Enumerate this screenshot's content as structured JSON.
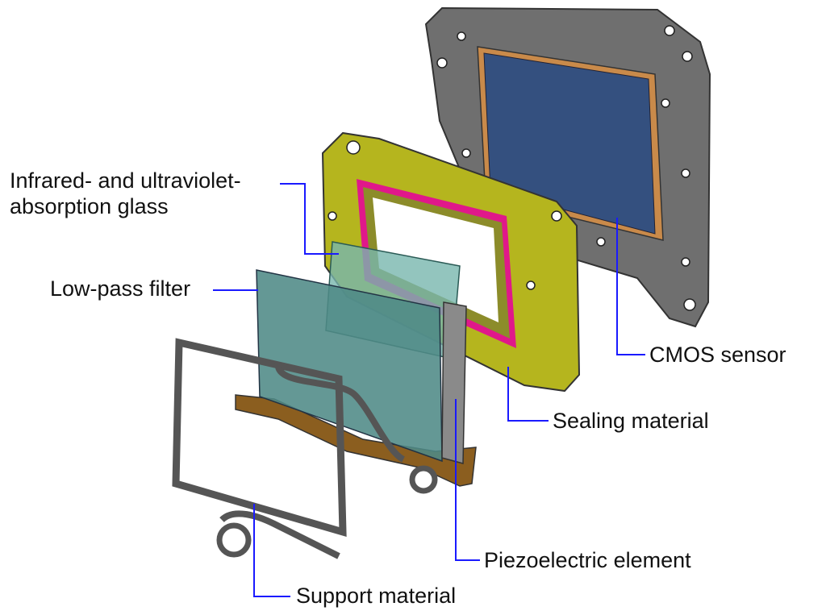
{
  "title": "Exploded view of image sensor assembly",
  "labels": {
    "ir_uv_glass_line1": "Infrared- and ultraviolet-",
    "ir_uv_glass_line2": "absorption glass",
    "low_pass_filter": "Low-pass filter",
    "cmos_sensor": "CMOS sensor",
    "sealing_material": "Sealing material",
    "piezoelectric_element": "Piezoelectric element",
    "support_material": "Support material"
  },
  "colors": {
    "leader_line": "#1a1aff",
    "sensor_blue": "#34507f",
    "frame_gray": "#6f6f6f",
    "holder_yellow": "#b5b51e",
    "seal_magenta": "#e0188a",
    "glass_teal": "#5c9a94",
    "flex_brown": "#8b5e1f"
  }
}
